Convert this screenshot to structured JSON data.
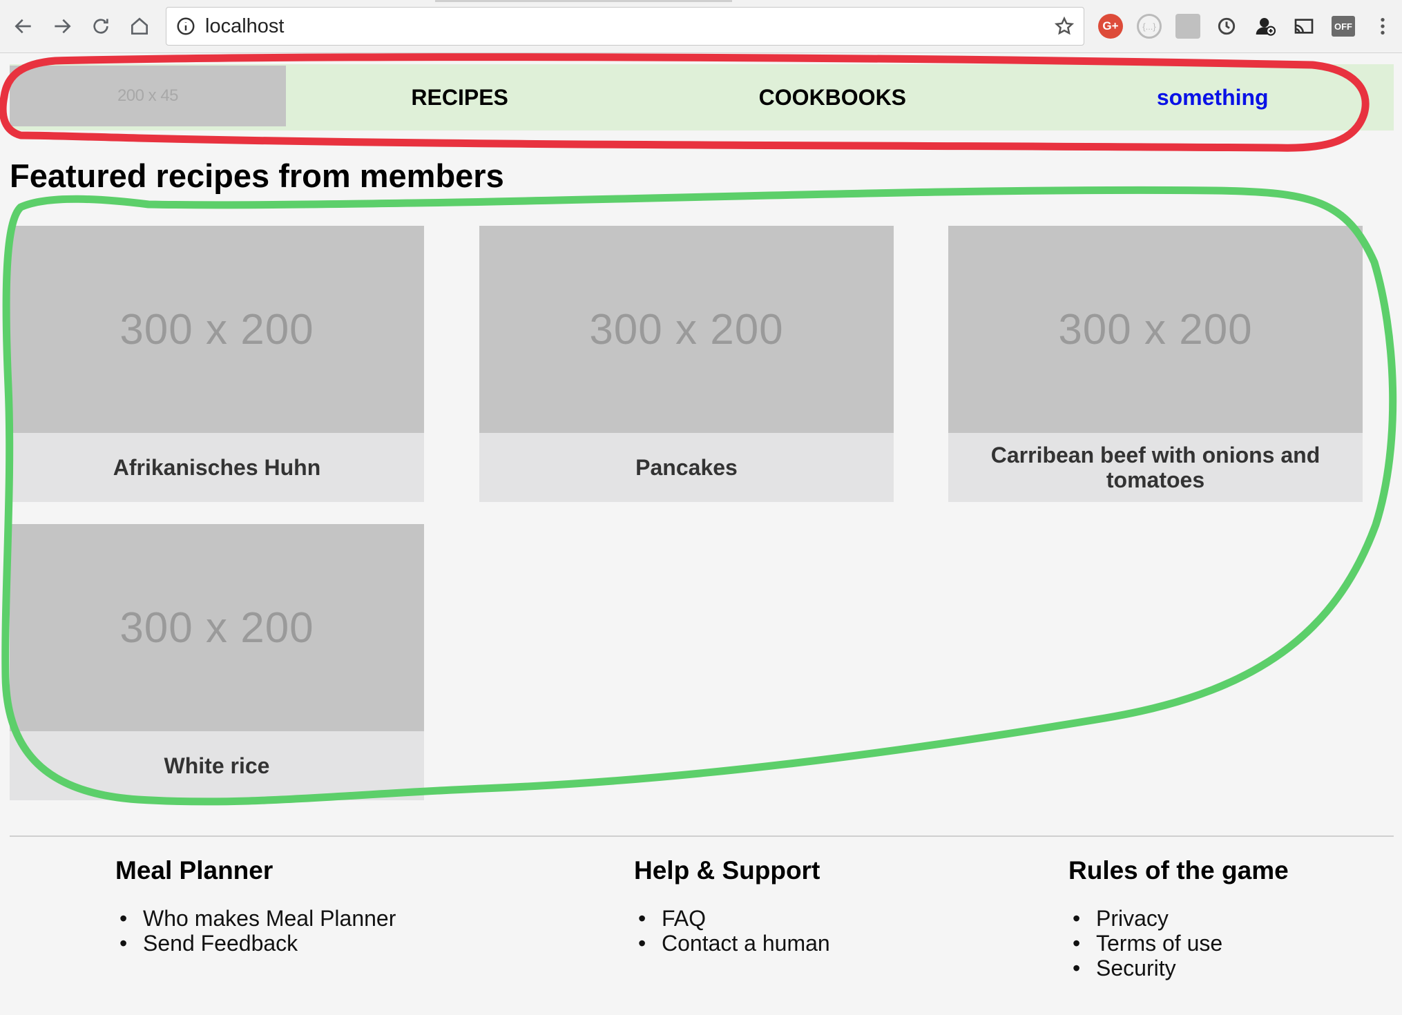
{
  "browser": {
    "url": "localhost",
    "extensions": [
      "google-plus-icon",
      "json-viewer-icon",
      "puzzle-extension-icon",
      "history-clock-icon",
      "user-add-icon",
      "cast-icon",
      "off-extension-icon"
    ],
    "off_badge": "OFF",
    "gplus_badge": "G+",
    "ring_badge": "{...}"
  },
  "header": {
    "logo_placeholder": "200 x 45",
    "nav": [
      {
        "label": "RECIPES"
      },
      {
        "label": "COOKBOOKS"
      },
      {
        "label": "something"
      }
    ],
    "colors": {
      "background": "#dff0d8",
      "highlight_link": "#0a12e6"
    }
  },
  "main": {
    "title": "Featured recipes from members",
    "cards": [
      {
        "image_placeholder": "300 x 200",
        "name": "Afrikanisches Huhn"
      },
      {
        "image_placeholder": "300 x 200",
        "name": "Pancakes"
      },
      {
        "image_placeholder": "300 x 200",
        "name": "Carribean beef with onions and tomatoes"
      },
      {
        "image_placeholder": "300 x 200",
        "name": "White rice"
      }
    ]
  },
  "footer": {
    "columns": [
      {
        "heading": "Meal Planner",
        "links": [
          "Who makes Meal Planner",
          "Send Feedback"
        ]
      },
      {
        "heading": "Help & Support",
        "links": [
          "FAQ",
          "Contact a human"
        ]
      },
      {
        "heading": "Rules of the game",
        "links": [
          "Privacy",
          "Terms of use",
          "Security"
        ]
      }
    ]
  },
  "annotations": {
    "header_outline_color": "#e8323f",
    "content_outline_color": "#5ccf6a"
  }
}
